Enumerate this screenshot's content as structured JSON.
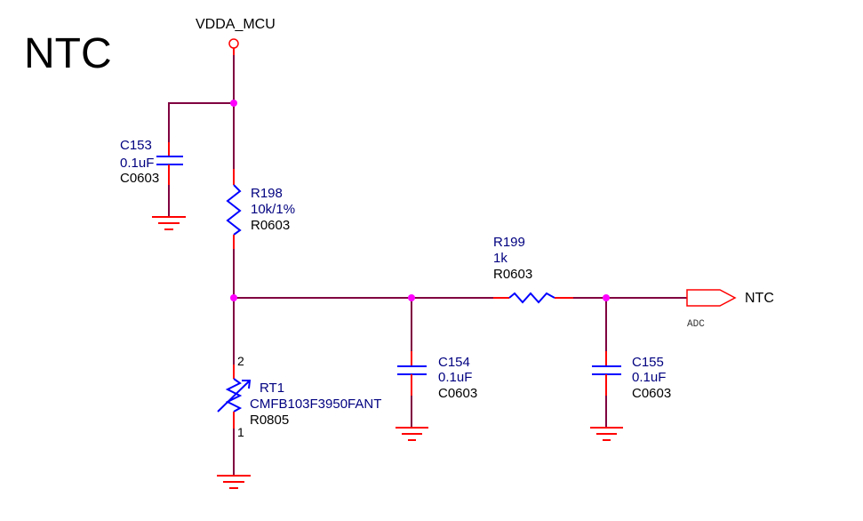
{
  "title": "NTC",
  "power": {
    "net": "VDDA_MCU"
  },
  "components": {
    "c153": {
      "ref": "C153",
      "value": "0.1uF",
      "footprint": "C0603"
    },
    "r198": {
      "ref": "R198",
      "value": "10k/1%",
      "footprint": "R0603"
    },
    "rt1": {
      "ref": "RT1",
      "value": "CMFB103F3950FANT",
      "footprint": "R0805",
      "pin_top": "2",
      "pin_bottom": "1"
    },
    "c154": {
      "ref": "C154",
      "value": "0.1uF",
      "footprint": "C0603"
    },
    "r199": {
      "ref": "R199",
      "value": "1k",
      "footprint": "R0603"
    },
    "c155": {
      "ref": "C155",
      "value": "0.1uF",
      "footprint": "C0603"
    }
  },
  "port": {
    "net": "NTC",
    "type": "ADC"
  },
  "colors": {
    "wire": "#800040",
    "pin": "#ff0000",
    "body": "#0000ff",
    "junction": "#ff00ff",
    "ground": "#ff0000"
  }
}
